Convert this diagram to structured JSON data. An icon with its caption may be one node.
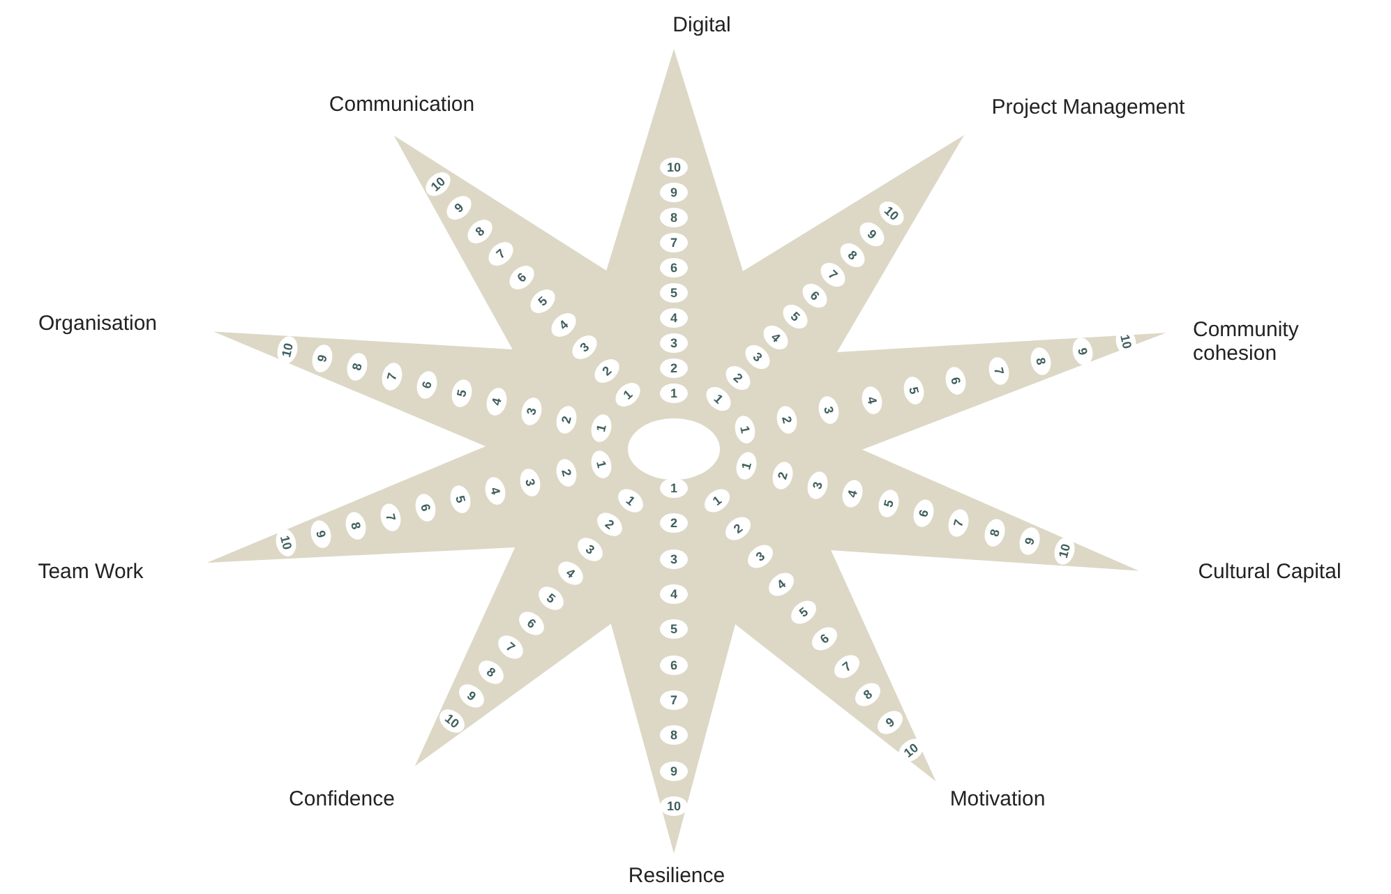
{
  "diagram": {
    "labels": [
      "Digital",
      "Project Management",
      "Community cohesion",
      "Cultural Capital",
      "Motivation",
      "Resilience",
      "Confidence",
      "Team Work",
      "Organisation",
      "Communication",
      "1",
      "2",
      "3",
      "4",
      "5",
      "6",
      "7",
      "8",
      "9",
      "10",
      "1",
      "2",
      "3",
      "4",
      "5",
      "6",
      "7",
      "8",
      "9",
      "10",
      "1",
      "2",
      "3",
      "4",
      "5",
      "6",
      "7",
      "8",
      "9",
      "10",
      "1",
      "2",
      "3",
      "4",
      "5",
      "6",
      "7",
      "8",
      "9",
      "10",
      "1",
      "2",
      "3",
      "4",
      "5",
      "6",
      "7",
      "8",
      "9",
      "10",
      "1",
      "2",
      "3",
      "4",
      "5",
      "6",
      "7",
      "8",
      "9",
      "10",
      "1",
      "2",
      "3",
      "4",
      "5",
      "6",
      "7",
      "8",
      "9",
      "10",
      "1",
      "2",
      "3",
      "4",
      "5",
      "6",
      "7",
      "8",
      "9",
      "10",
      "1",
      "2",
      "3",
      "4",
      "5",
      "6",
      "7",
      "8",
      "9",
      "10",
      "1",
      "2",
      "3",
      "4",
      "5",
      "6",
      "7",
      "8",
      "9",
      "10"
    ]
  }
}
